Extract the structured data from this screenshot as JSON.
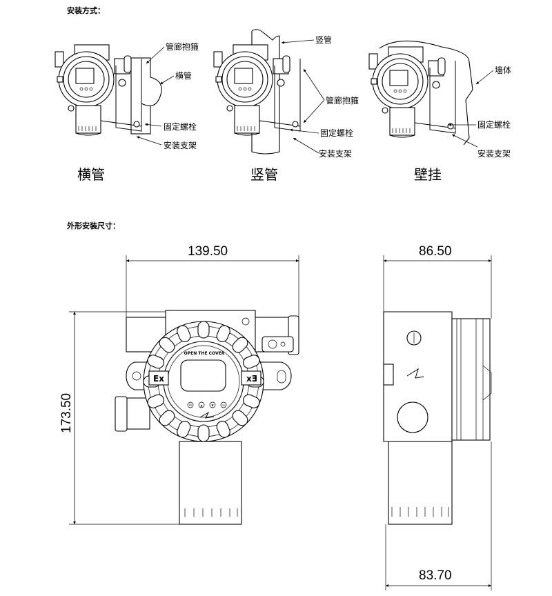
{
  "installation": {
    "title": "安装方式：",
    "methods": [
      {
        "caption": "横管",
        "labels": [
          "管廊抱箍",
          "横管",
          "固定螺栓",
          "安装支架"
        ]
      },
      {
        "caption": "竖管",
        "labels": [
          "竖管",
          "管廊抱箍",
          "固定螺栓",
          "安装支架"
        ]
      },
      {
        "caption": "壁挂",
        "labels": [
          "墙体",
          "固定螺栓",
          "安装支架"
        ]
      }
    ]
  },
  "dimensions": {
    "title": "外形安装尺寸：",
    "front_width": "139.50",
    "front_height": "173.50",
    "side_depth_top": "86.50",
    "side_depth_bottom": "83.70",
    "cover_text": "OPEN THE COVER",
    "ex_mark": "Ex",
    "buttons": [
      "M",
      "▲",
      "▼",
      "OK"
    ]
  }
}
